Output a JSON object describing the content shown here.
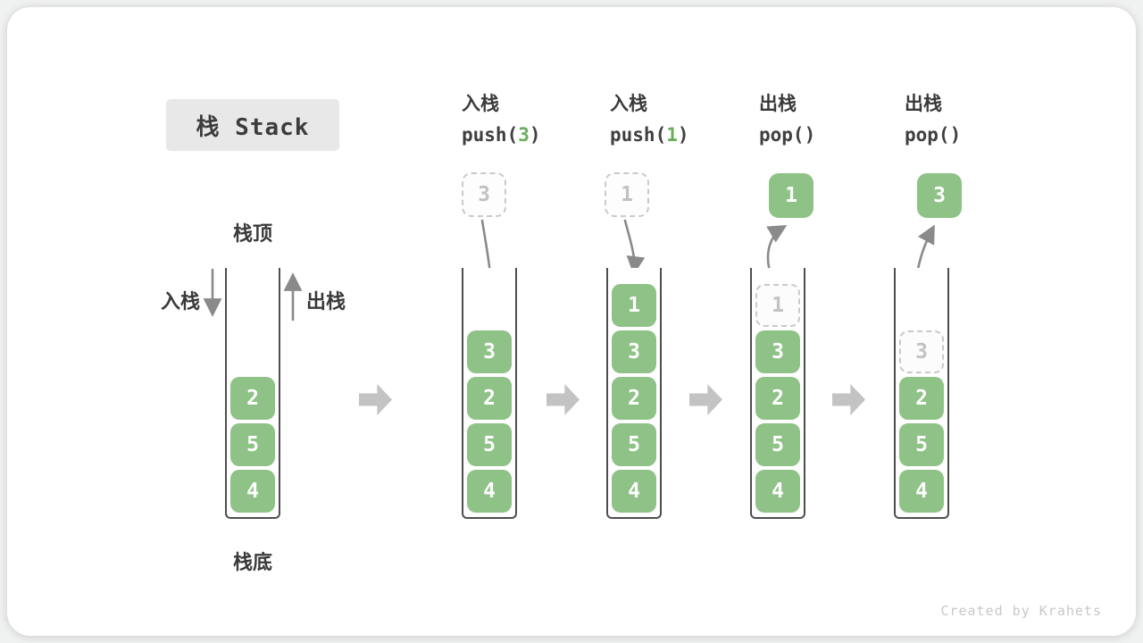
{
  "title": "栈 Stack",
  "footer_credit": "Created by Krahets",
  "legend": {
    "stack_top": "栈顶",
    "stack_bottom": "栈底",
    "push": "入栈",
    "pop": "出栈"
  },
  "colors": {
    "element_green": "#8fc287",
    "code_arg_green": "#67ad5b",
    "ghost_gray": "#c9c9c9",
    "arrow_gray": "#8a8a8a",
    "block_arrow_gray": "#c3c3c3",
    "title_bg": "#e8e8e8"
  },
  "initial_stack": {
    "items": [
      "2",
      "5",
      "4"
    ]
  },
  "steps": [
    {
      "op": "入栈",
      "code_pre": "push(",
      "code_arg": "3",
      "code_post": ")",
      "moving_value": "3",
      "items": [
        "3",
        "2",
        "5",
        "4"
      ]
    },
    {
      "op": "入栈",
      "code_pre": "push(",
      "code_arg": "1",
      "code_post": ")",
      "moving_value": "1",
      "items": [
        "1",
        "3",
        "2",
        "5",
        "4"
      ]
    },
    {
      "op": "出栈",
      "code_pre": "pop(",
      "code_arg": "",
      "code_post": ")",
      "moving_value": "1",
      "ghost_value": "1",
      "items": [
        "3",
        "2",
        "5",
        "4"
      ]
    },
    {
      "op": "出栈",
      "code_pre": "pop(",
      "code_arg": "",
      "code_post": ")",
      "moving_value": "3",
      "ghost_value": "3",
      "items": [
        "2",
        "5",
        "4"
      ]
    }
  ]
}
